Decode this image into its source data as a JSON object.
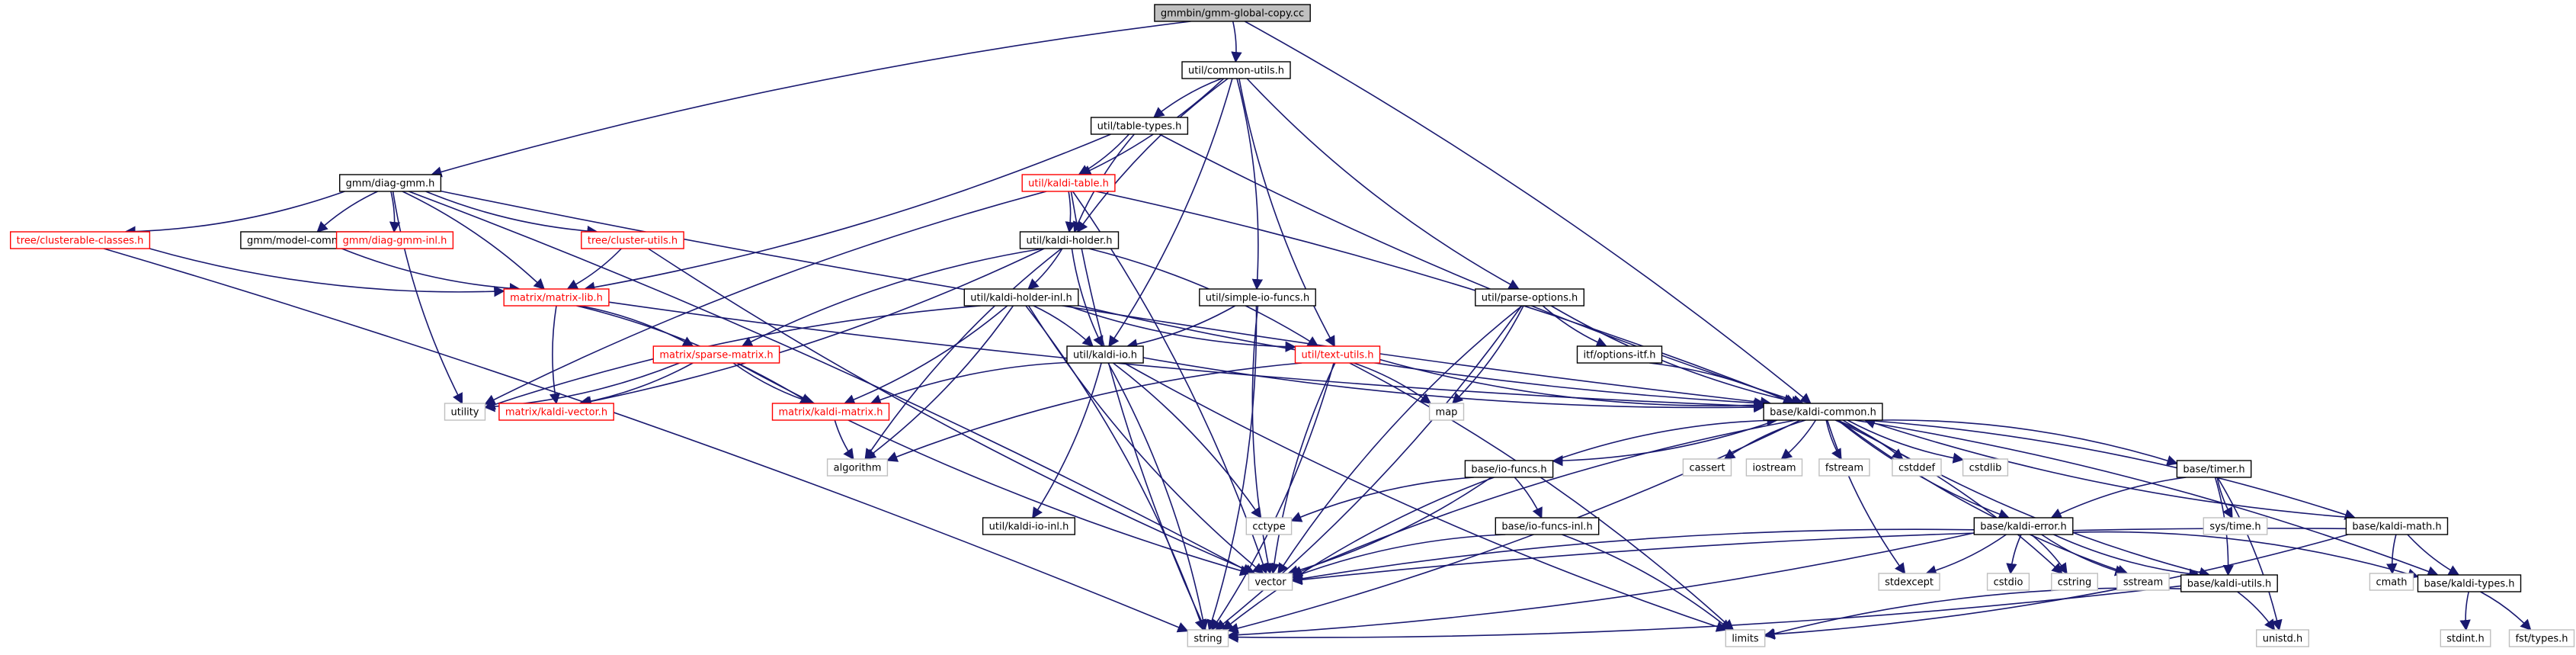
{
  "graph": {
    "nodes": [
      {
        "id": "root",
        "label": "gmmbin/gmm-global-copy.cc",
        "style": "root"
      },
      {
        "id": "common_utils",
        "label": "util/common-utils.h",
        "style": "black"
      },
      {
        "id": "table_types",
        "label": "util/table-types.h",
        "style": "black"
      },
      {
        "id": "diag_gmm",
        "label": "gmm/diag-gmm.h",
        "style": "black"
      },
      {
        "id": "kaldi_table",
        "label": "util/kaldi-table.h",
        "style": "red"
      },
      {
        "id": "clusterable",
        "label": "tree/clusterable-classes.h",
        "style": "red"
      },
      {
        "id": "model_common",
        "label": "gmm/model-common.h",
        "style": "black"
      },
      {
        "id": "diag_gmm_inl",
        "label": "gmm/diag-gmm-inl.h",
        "style": "red"
      },
      {
        "id": "cluster_utils",
        "label": "tree/cluster-utils.h",
        "style": "red"
      },
      {
        "id": "kaldi_holder",
        "label": "util/kaldi-holder.h",
        "style": "black"
      },
      {
        "id": "matrix_lib",
        "label": "matrix/matrix-lib.h",
        "style": "red"
      },
      {
        "id": "holder_inl",
        "label": "util/kaldi-holder-inl.h",
        "style": "black"
      },
      {
        "id": "simple_io",
        "label": "util/simple-io-funcs.h",
        "style": "black"
      },
      {
        "id": "parse_options",
        "label": "util/parse-options.h",
        "style": "black"
      },
      {
        "id": "sparse_matrix",
        "label": "matrix/sparse-matrix.h",
        "style": "red"
      },
      {
        "id": "kaldi_io",
        "label": "util/kaldi-io.h",
        "style": "black"
      },
      {
        "id": "text_utils",
        "label": "util/text-utils.h",
        "style": "red"
      },
      {
        "id": "options_itf",
        "label": "itf/options-itf.h",
        "style": "black"
      },
      {
        "id": "utility",
        "label": "utility",
        "style": "gray"
      },
      {
        "id": "kaldi_vector",
        "label": "matrix/kaldi-vector.h",
        "style": "red"
      },
      {
        "id": "kaldi_matrix",
        "label": "matrix/kaldi-matrix.h",
        "style": "red"
      },
      {
        "id": "map",
        "label": "map",
        "style": "gray"
      },
      {
        "id": "kaldi_common",
        "label": "base/kaldi-common.h",
        "style": "black"
      },
      {
        "id": "algorithm",
        "label": "algorithm",
        "style": "gray"
      },
      {
        "id": "io_funcs",
        "label": "base/io-funcs.h",
        "style": "black"
      },
      {
        "id": "cassert",
        "label": "cassert",
        "style": "gray"
      },
      {
        "id": "iostream",
        "label": "iostream",
        "style": "gray"
      },
      {
        "id": "fstream",
        "label": "fstream",
        "style": "gray"
      },
      {
        "id": "cstddef",
        "label": "cstddef",
        "style": "gray"
      },
      {
        "id": "cstdlib",
        "label": "cstdlib",
        "style": "gray"
      },
      {
        "id": "timer",
        "label": "base/timer.h",
        "style": "black"
      },
      {
        "id": "sys_time",
        "label": "sys/time.h",
        "style": "gray"
      },
      {
        "id": "kaldi_io_inl",
        "label": "util/kaldi-io-inl.h",
        "style": "black"
      },
      {
        "id": "cctype",
        "label": "cctype",
        "style": "gray"
      },
      {
        "id": "io_funcs_inl",
        "label": "base/io-funcs-inl.h",
        "style": "black"
      },
      {
        "id": "kaldi_error",
        "label": "base/kaldi-error.h",
        "style": "black"
      },
      {
        "id": "kaldi_math",
        "label": "base/kaldi-math.h",
        "style": "black"
      },
      {
        "id": "vector",
        "label": "vector",
        "style": "gray"
      },
      {
        "id": "stdexcept",
        "label": "stdexcept",
        "style": "gray"
      },
      {
        "id": "cstdio",
        "label": "cstdio",
        "style": "gray"
      },
      {
        "id": "cstring",
        "label": "cstring",
        "style": "gray"
      },
      {
        "id": "sstream",
        "label": "sstream",
        "style": "gray"
      },
      {
        "id": "kaldi_utils",
        "label": "base/kaldi-utils.h",
        "style": "black"
      },
      {
        "id": "cmath",
        "label": "cmath",
        "style": "gray"
      },
      {
        "id": "kaldi_types",
        "label": "base/kaldi-types.h",
        "style": "black"
      },
      {
        "id": "string",
        "label": "string",
        "style": "gray"
      },
      {
        "id": "limits",
        "label": "limits",
        "style": "gray"
      },
      {
        "id": "unistd",
        "label": "unistd.h",
        "style": "gray"
      },
      {
        "id": "stdint",
        "label": "stdint.h",
        "style": "gray"
      },
      {
        "id": "fst_types",
        "label": "fst/types.h",
        "style": "gray"
      }
    ],
    "edges": [
      [
        "root",
        "common_utils"
      ],
      [
        "root",
        "diag_gmm"
      ],
      [
        "root",
        "kaldi_common"
      ],
      [
        "common_utils",
        "table_types"
      ],
      [
        "common_utils",
        "kaldi_table"
      ],
      [
        "common_utils",
        "kaldi_holder"
      ],
      [
        "common_utils",
        "simple_io"
      ],
      [
        "common_utils",
        "parse_options"
      ],
      [
        "common_utils",
        "kaldi_io"
      ],
      [
        "common_utils",
        "text_utils"
      ],
      [
        "table_types",
        "kaldi_table"
      ],
      [
        "table_types",
        "kaldi_holder"
      ],
      [
        "table_types",
        "matrix_lib"
      ],
      [
        "table_types",
        "kaldi_common"
      ],
      [
        "diag_gmm",
        "clusterable"
      ],
      [
        "diag_gmm",
        "model_common"
      ],
      [
        "diag_gmm",
        "diag_gmm_inl"
      ],
      [
        "diag_gmm",
        "cluster_utils"
      ],
      [
        "diag_gmm",
        "matrix_lib"
      ],
      [
        "diag_gmm",
        "utility"
      ],
      [
        "diag_gmm",
        "vector"
      ],
      [
        "diag_gmm",
        "kaldi_common"
      ],
      [
        "kaldi_table",
        "kaldi_holder"
      ],
      [
        "kaldi_table",
        "string"
      ],
      [
        "kaldi_table",
        "vector"
      ],
      [
        "kaldi_table",
        "utility"
      ],
      [
        "kaldi_table",
        "kaldi_common"
      ],
      [
        "clusterable",
        "matrix_lib"
      ],
      [
        "clusterable",
        "string"
      ],
      [
        "model_common",
        "matrix_lib"
      ],
      [
        "cluster_utils",
        "matrix_lib"
      ],
      [
        "cluster_utils",
        "vector"
      ],
      [
        "kaldi_holder",
        "holder_inl"
      ],
      [
        "kaldi_holder",
        "kaldi_io"
      ],
      [
        "kaldi_holder",
        "text_utils"
      ],
      [
        "kaldi_holder",
        "sparse_matrix"
      ],
      [
        "kaldi_holder",
        "kaldi_vector"
      ],
      [
        "kaldi_holder",
        "algorithm"
      ],
      [
        "matrix_lib",
        "sparse_matrix"
      ],
      [
        "matrix_lib",
        "kaldi_vector"
      ],
      [
        "matrix_lib",
        "kaldi_matrix"
      ],
      [
        "matrix_lib",
        "kaldi_common"
      ],
      [
        "holder_inl",
        "kaldi_io"
      ],
      [
        "holder_inl",
        "text_utils"
      ],
      [
        "holder_inl",
        "kaldi_matrix"
      ],
      [
        "holder_inl",
        "utility"
      ],
      [
        "holder_inl",
        "algorithm"
      ],
      [
        "holder_inl",
        "vector"
      ],
      [
        "holder_inl",
        "string"
      ],
      [
        "holder_inl",
        "kaldi_common"
      ],
      [
        "simple_io",
        "kaldi_io"
      ],
      [
        "simple_io",
        "vector"
      ],
      [
        "simple_io",
        "string"
      ],
      [
        "parse_options",
        "options_itf"
      ],
      [
        "parse_options",
        "map"
      ],
      [
        "parse_options",
        "vector"
      ],
      [
        "parse_options",
        "string"
      ],
      [
        "parse_options",
        "kaldi_common"
      ],
      [
        "sparse_matrix",
        "kaldi_vector"
      ],
      [
        "sparse_matrix",
        "kaldi_matrix"
      ],
      [
        "sparse_matrix",
        "utility"
      ],
      [
        "sparse_matrix",
        "vector"
      ],
      [
        "kaldi_io",
        "kaldi_io_inl"
      ],
      [
        "kaldi_io",
        "kaldi_matrix"
      ],
      [
        "kaldi_io",
        "cctype"
      ],
      [
        "kaldi_io",
        "kaldi_common"
      ],
      [
        "kaldi_io",
        "string"
      ],
      [
        "kaldi_io",
        "limits"
      ],
      [
        "text_utils",
        "map"
      ],
      [
        "text_utils",
        "algorithm"
      ],
      [
        "text_utils",
        "string"
      ],
      [
        "text_utils",
        "vector"
      ],
      [
        "text_utils",
        "limits"
      ],
      [
        "text_utils",
        "kaldi_common"
      ],
      [
        "options_itf",
        "kaldi_common"
      ],
      [
        "kaldi_matrix",
        "algorithm"
      ],
      [
        "kaldi_common",
        "io_funcs"
      ],
      [
        "kaldi_common",
        "cassert"
      ],
      [
        "kaldi_common",
        "iostream"
      ],
      [
        "kaldi_common",
        "fstream"
      ],
      [
        "kaldi_common",
        "cstddef"
      ],
      [
        "kaldi_common",
        "cstdlib"
      ],
      [
        "kaldi_common",
        "timer"
      ],
      [
        "kaldi_common",
        "kaldi_error"
      ],
      [
        "kaldi_common",
        "kaldi_math"
      ],
      [
        "kaldi_common",
        "kaldi_utils"
      ],
      [
        "kaldi_common",
        "kaldi_types"
      ],
      [
        "kaldi_common",
        "stdexcept"
      ],
      [
        "kaldi_common",
        "cstring"
      ],
      [
        "kaldi_common",
        "sstream"
      ],
      [
        "kaldi_common",
        "string"
      ],
      [
        "kaldi_common",
        "vector"
      ],
      [
        "io_funcs",
        "io_funcs_inl"
      ],
      [
        "io_funcs",
        "cctype"
      ],
      [
        "io_funcs",
        "vector"
      ],
      [
        "io_funcs",
        "string"
      ],
      [
        "io_funcs",
        "kaldi_common"
      ],
      [
        "io_funcs_inl",
        "vector"
      ],
      [
        "io_funcs_inl",
        "limits"
      ],
      [
        "timer",
        "sys_time"
      ],
      [
        "timer",
        "kaldi_utils"
      ],
      [
        "timer",
        "kaldi_error"
      ],
      [
        "timer",
        "unistd"
      ],
      [
        "kaldi_error",
        "vector"
      ],
      [
        "kaldi_error",
        "stdexcept"
      ],
      [
        "kaldi_error",
        "cstdio"
      ],
      [
        "kaldi_error",
        "cstring"
      ],
      [
        "kaldi_error",
        "sstream"
      ],
      [
        "kaldi_error",
        "string"
      ],
      [
        "kaldi_error",
        "kaldi_utils"
      ],
      [
        "kaldi_error",
        "kaldi_types"
      ],
      [
        "kaldi_math",
        "cmath"
      ],
      [
        "kaldi_math",
        "limits"
      ],
      [
        "kaldi_math",
        "kaldi_types"
      ],
      [
        "kaldi_math",
        "kaldi_common"
      ],
      [
        "kaldi_math",
        "vector"
      ],
      [
        "kaldi_utils",
        "string"
      ],
      [
        "kaldi_utils",
        "limits"
      ],
      [
        "kaldi_utils",
        "unistd"
      ],
      [
        "kaldi_types",
        "stdint"
      ],
      [
        "kaldi_types",
        "fst_types"
      ]
    ]
  }
}
